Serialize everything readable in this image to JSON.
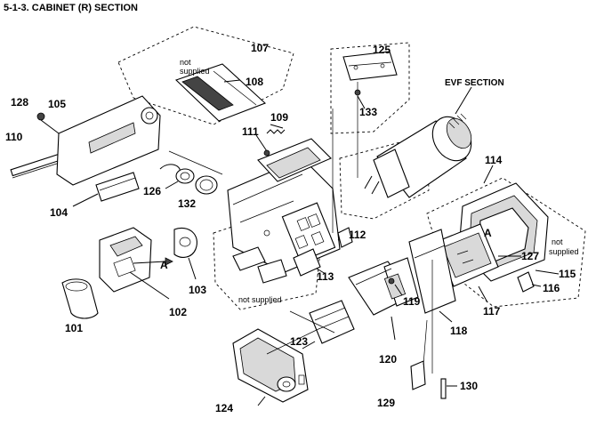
{
  "title": "5-1-3.  CABINET (R) SECTION",
  "section_labels": {
    "evf": "EVF SECTION",
    "not_supplied_1a": "not",
    "not_supplied_1b": "supplied",
    "not_supplied_2": "not supplied",
    "not_supplied_3a": "not",
    "not_supplied_3b": "supplied",
    "arrow_a1": "A",
    "arrow_a2": "A"
  },
  "callouts": {
    "p101": "101",
    "p102": "102",
    "p103": "103",
    "p104": "104",
    "p105": "105",
    "p107": "107",
    "p108": "108",
    "p109": "109",
    "p110": "110",
    "p111": "111",
    "p112": "112",
    "p113": "113",
    "p114": "114",
    "p115": "115",
    "p116": "116",
    "p117": "117",
    "p118": "118",
    "p119": "119",
    "p120": "120",
    "p123": "123",
    "p124": "124",
    "p125": "125",
    "p126": "126",
    "p127": "127",
    "p128": "128",
    "p129": "129",
    "p130": "130",
    "p132": "132",
    "p133": "133"
  }
}
